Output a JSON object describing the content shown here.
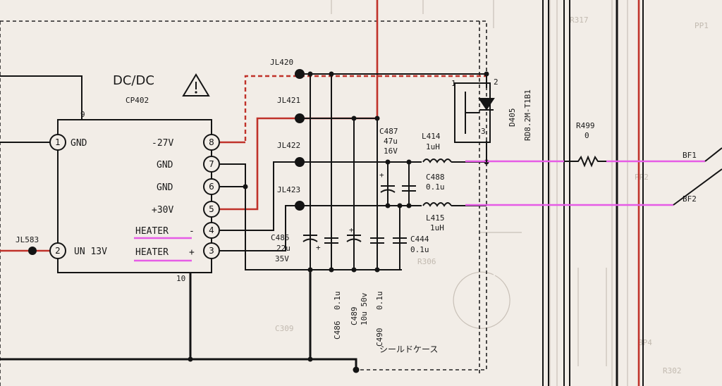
{
  "module": {
    "title": "DC/DC",
    "ref": "CP402",
    "pin_left": [
      {
        "num": "1",
        "label": "GND"
      },
      {
        "num": "2",
        "label": "UN 13V"
      }
    ],
    "pin_right": [
      {
        "num": "8",
        "label": "-27V"
      },
      {
        "num": "7",
        "label": "GND"
      },
      {
        "num": "6",
        "label": "GND"
      },
      {
        "num": "5",
        "label": "+30V"
      },
      {
        "num": "4",
        "label": "HEATER",
        "sign": "-"
      },
      {
        "num": "3",
        "label": "HEATER",
        "sign": "+"
      }
    ],
    "corner_top": "9",
    "corner_bottom": "10"
  },
  "jumpers": [
    "JL420",
    "JL421",
    "JL422",
    "JL423",
    "JL583"
  ],
  "components": {
    "c487": [
      "C487",
      "47u",
      "16V"
    ],
    "c488": [
      "C488",
      "0.1u"
    ],
    "c444": [
      "C444",
      "0.1u"
    ],
    "c485": [
      "C485",
      "22u",
      "35V"
    ],
    "c486": [
      "C486",
      "0.1u"
    ],
    "c489": [
      "C489",
      "10u 50v"
    ],
    "c490": [
      "C490",
      "0.1u"
    ],
    "l414": [
      "L414",
      "1uH"
    ],
    "l415": [
      "L415",
      "1uH"
    ],
    "d405": [
      "D405",
      "RD8.2M-T1B1"
    ],
    "r499": [
      "R499",
      "0"
    ],
    "d405_pins": [
      "1",
      "2",
      "3"
    ]
  },
  "outputs": [
    "BF1",
    "BF2"
  ],
  "shield_label": "シールドケース",
  "colors": {
    "trace_red": "#c0322a",
    "highlight": "#e65ce6",
    "paper": "#f2ede7"
  }
}
